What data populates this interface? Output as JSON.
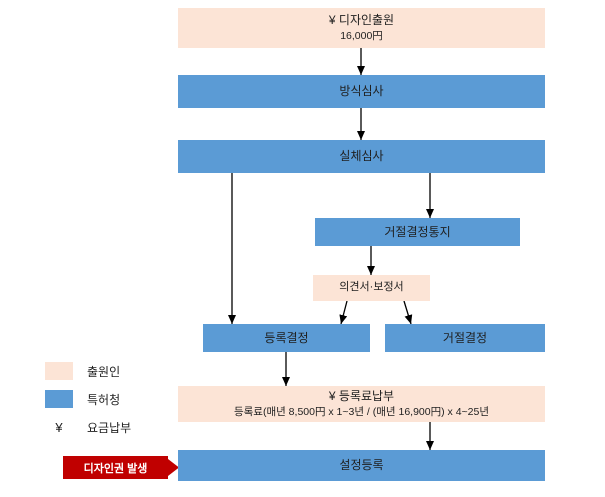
{
  "colors": {
    "applicant_fill": "#fce4d6",
    "office_fill": "#5b9bd5",
    "highlight_red": "#c00000"
  },
  "legend": {
    "applicant_label": "출원인",
    "office_label": "특허청",
    "fee_symbol": "¥",
    "fee_label": "요금납부"
  },
  "flow": {
    "application_title": "¥ 디자인출원",
    "application_fee": "16,000円",
    "formality_exam": "방식심사",
    "substantive_exam": "실체심사",
    "rejection_notice": "거절결정통지",
    "opinion_amendment": "의견서·보정서",
    "registration_decision": "등록결정",
    "rejection_decision": "거절결정",
    "registration_fee_title": "¥ 등록료납부",
    "registration_fee_detail": "등록료(매년 8,500円 x 1~3년 / (매년 16,900円) x 4~25년",
    "establishment": "설정등록",
    "design_right_badge": "디자인권 발생"
  }
}
